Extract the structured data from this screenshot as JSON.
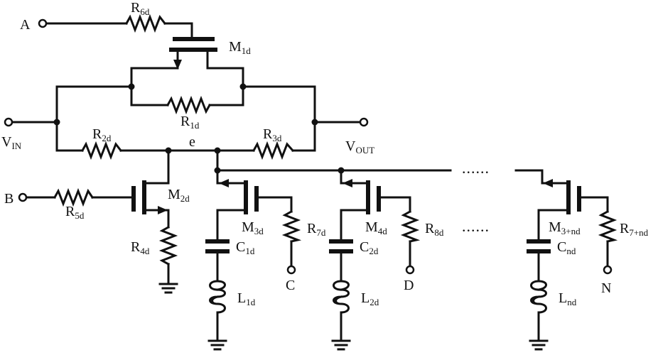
{
  "labels": {
    "A": "A",
    "B": "B",
    "C": "C",
    "D": "D",
    "N": "N",
    "e": "e",
    "VIN": {
      "base": "V",
      "sub": "IN"
    },
    "VOUT": {
      "base": "V",
      "sub": "OUT"
    },
    "R6d": {
      "base": "R",
      "sub": "6d"
    },
    "R1d": {
      "base": "R",
      "sub": "1d"
    },
    "R2d": {
      "base": "R",
      "sub": "2d"
    },
    "R3d": {
      "base": "R",
      "sub": "3d"
    },
    "R4d": {
      "base": "R",
      "sub": "4d"
    },
    "R5d": {
      "base": "R",
      "sub": "5d"
    },
    "R7d": {
      "base": "R",
      "sub": "7d"
    },
    "R8d": {
      "base": "R",
      "sub": "8d"
    },
    "R7nd": {
      "base": "R",
      "sub": "7+nd"
    },
    "M1d": {
      "base": "M",
      "sub": "1d"
    },
    "M2d": {
      "base": "M",
      "sub": "2d"
    },
    "M3d": {
      "base": "M",
      "sub": "3d"
    },
    "M4d": {
      "base": "M",
      "sub": "4d"
    },
    "M3nd": {
      "base": "M",
      "sub": "3+nd"
    },
    "C1d": {
      "base": "C",
      "sub": "1d"
    },
    "C2d": {
      "base": "C",
      "sub": "2d"
    },
    "Cnd": {
      "base": "C",
      "sub": "nd"
    },
    "L1d": {
      "base": "L",
      "sub": "1d"
    },
    "L2d": {
      "base": "L",
      "sub": "2d"
    },
    "Lnd": {
      "base": "L",
      "sub": "nd"
    },
    "ellipsis_top": "......",
    "ellipsis_mid": "......"
  }
}
